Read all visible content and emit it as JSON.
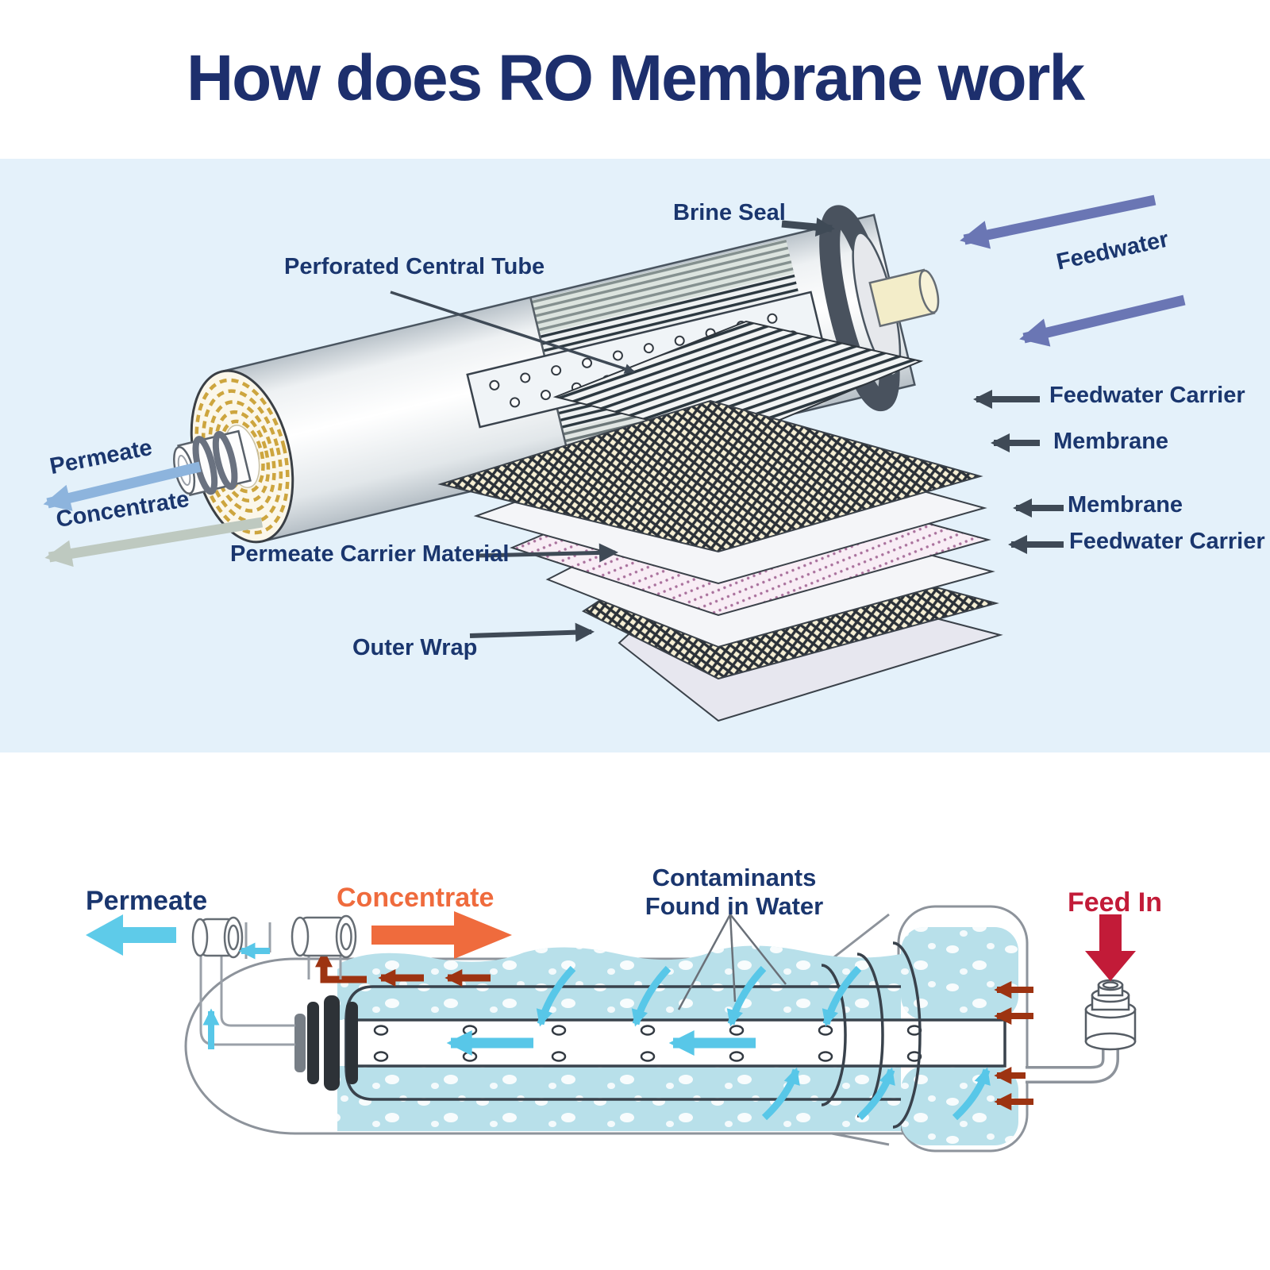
{
  "title": "How does RO Membrane work",
  "colors": {
    "title_navy": "#1d2f6d",
    "label_navy": "#1a366e",
    "panel_blue": "#e4f1fa",
    "dark_arrow": "#3f4a56",
    "feedwater_arrow_blue": "#6a76b4",
    "permeate_arrow_steel": "#8db4dd",
    "concentrate_arrow_sage": "#bec9c0",
    "spiral_gold": "#cda53e",
    "brine_seal_dark": "#49525e",
    "cyan_flow": "#58c7e8",
    "concentrate_orange": "#ef6b3d",
    "feed_in_red": "#c21b38",
    "brine_flow_brown": "#9d3311",
    "water_blue": "#b8e0ea"
  },
  "icons": {
    "arrow_left": "left-pointing flow arrow",
    "arrow_right": "right-pointing flow arrow",
    "arrow_down": "down-pointing flow arrow",
    "pointer_line": "thin label pointer line"
  },
  "top_diagram": {
    "labels": {
      "brine_seal": "Brine Seal",
      "perforated_central_tube": "Perforated Central Tube",
      "feedwater": "Feedwater",
      "feedwater_carrier_top": "Feedwater Carrier",
      "membrane_top": "Membrane",
      "membrane_bottom": "Membrane",
      "feedwater_carrier_bottom": "Feedwater Carrier",
      "permeate": "Permeate",
      "concentrate": "Concentrate",
      "permeate_carrier_material": "Permeate Carrier Material",
      "outer_wrap": "Outer Wrap"
    }
  },
  "bottom_diagram": {
    "labels": {
      "permeate": "Permeate",
      "concentrate": "Concentrate",
      "contaminants_line1": "Contaminants",
      "contaminants_line2": "Found in Water",
      "feed_in": "Feed In"
    }
  }
}
